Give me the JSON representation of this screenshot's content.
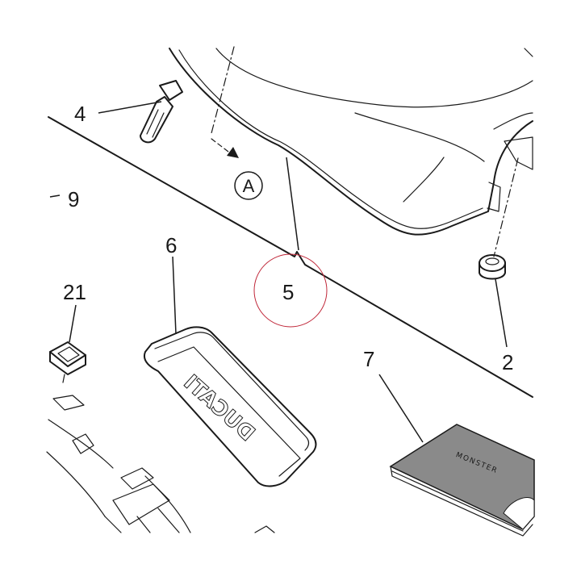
{
  "callouts": {
    "c4": "4",
    "c9": "9",
    "c6": "6",
    "c21": "21",
    "c5": "5",
    "c7": "7",
    "c2": "2"
  },
  "view_reference": "A",
  "logos": {
    "seat_tray": "DUCATI",
    "manual_cover": "MONSTER"
  },
  "colors": {
    "ink": "#1a1a1a",
    "highlight_circle": "#c0283a",
    "manual_fill": "#8a8a8a"
  }
}
